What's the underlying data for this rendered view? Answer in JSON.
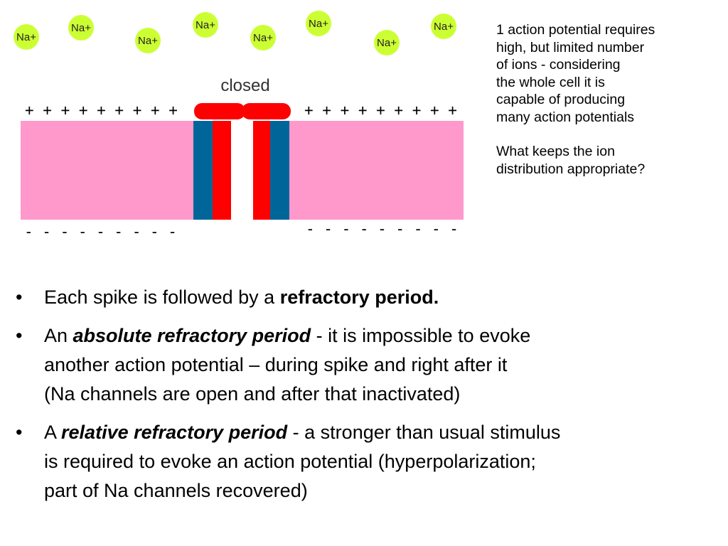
{
  "diagram": {
    "ion_label": "Na+",
    "plus_signs": "+ + + + + + + + +",
    "minus_signs": "- - - - - - - - -",
    "channel_state": "closed",
    "colors": {
      "ion_fill": "#ccff33",
      "membrane": "#ff99cc",
      "channel_outer": "#006699",
      "channel_inner": "#ff0000"
    }
  },
  "side_note": {
    "paragraph1": "1 action potential requires\nhigh, but limited number\nof ions -  considering\nthe whole cell it is\ncapable of producing\nmany action potentials",
    "paragraph2": "What keeps the ion\ndistribution appropriate?"
  },
  "bullets": [
    {
      "marker": "•",
      "text1": "Each spike is followed by a ",
      "bold": "refractory period."
    },
    {
      "marker": "•",
      "pre": "An ",
      "term": "absolute refractory period",
      "post": " - it is impossible to evoke",
      "line2": "another action potential – during spike and right after it",
      "line3": "(Na channels are open and after that inactivated)"
    },
    {
      "marker": "•",
      "pre": "A ",
      "term": "relative refractory period",
      "post": " - a stronger than usual stimulus",
      "line2": "is required to evoke an action potential (hyperpolarization;",
      "line3": "part of Na channels recovered)"
    }
  ]
}
